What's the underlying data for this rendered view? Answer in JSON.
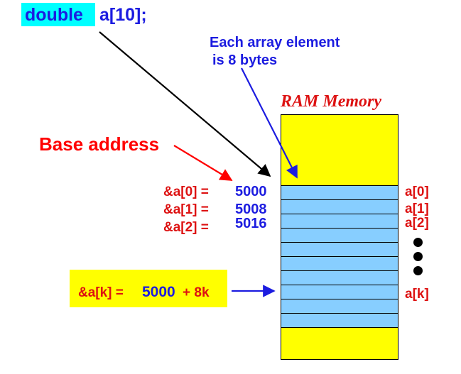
{
  "declaration": {
    "keyword": "double",
    "rest": "a[10];"
  },
  "note": {
    "line1": "Each array element",
    "line2": "is 8 bytes"
  },
  "memory_title": "RAM Memory",
  "base_address_label": "Base address",
  "address_labels": [
    "&a[0] =",
    "&a[1] =",
    "&a[2] ="
  ],
  "address_values": [
    "5000",
    "5008",
    "5016"
  ],
  "element_labels": [
    "a[0]",
    "a[1]",
    "a[2]"
  ],
  "element_k_label": "a[k]",
  "formula": {
    "lhs": "&a[k] =",
    "base": "5000",
    "rest": "+ 8k"
  },
  "array_cells": 10,
  "colors": {
    "keyword_bg": "#00ffff",
    "memory_yellow": "#ffff00",
    "cell_blue": "#87ceff",
    "red": "#ff0000",
    "label_red": "#dd1111",
    "blue": "#1c1ce0",
    "formula_bg": "#ffff00"
  }
}
